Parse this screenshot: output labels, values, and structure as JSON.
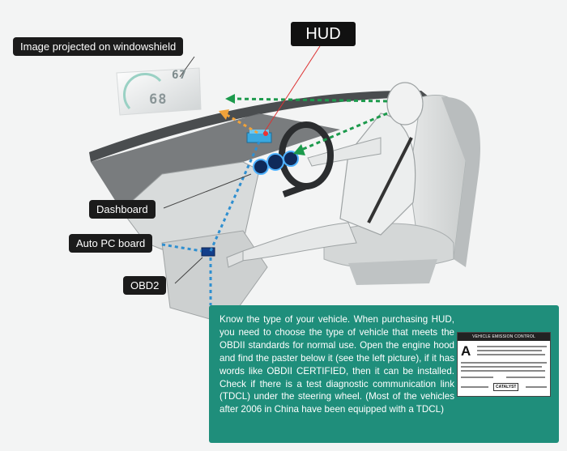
{
  "labels": {
    "hud": "HUD",
    "projection": "Image projected on windowshield",
    "dashboard": "Dashboard",
    "pc_board": "Auto PC board",
    "obd2": "OBD2"
  },
  "hud_display": {
    "top_value": "67",
    "bottom_value": "68"
  },
  "info": {
    "text": "Know the type of your vehicle. When purchasing HUD, you need to choose the type of vehicle that meets the OBDII standards for normal use. Open the engine hood and find the paster below it (see the left picture), if it has words like OBDII CERTIFIED, then it can be installed. Check if there is a test diagnostic communication link (TDCL) under the steering wheel. (Most of the vehicles after 2006 in China have been equipped with a TDCL)"
  },
  "sticker": {
    "header": "VEHICLE EMISSION CONTROL INFORMATION",
    "grade": "A",
    "catalyst": "CATALYST"
  },
  "colors": {
    "accent_green": "#1f8e7b",
    "arrow_green": "#1c9a4c",
    "arrow_orange": "#f0a23a",
    "link_blue": "#2f8fd0"
  }
}
